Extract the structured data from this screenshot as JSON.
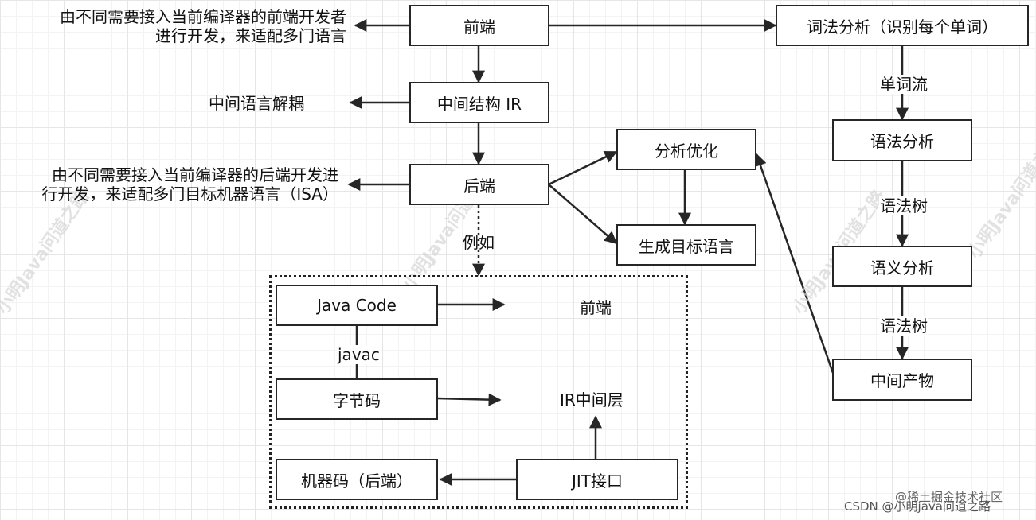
{
  "nodes": {
    "frontend": "前端",
    "ir": "中间结构 IR",
    "backend": "后端",
    "analysis_opt": "分析优化",
    "gen_target": "生成目标语言",
    "lexical": "词法分析（识别每个单词）",
    "syntax": "语法分析",
    "semantic": "语义分析",
    "intermediate": "中间产物",
    "java_code": "Java Code",
    "bytecode": "字节码",
    "machine_code": "机器码（后端）",
    "jit": "JIT接口"
  },
  "labels": {
    "frontend_note_line1": "由不同需要接入当前编译器的前端开发者",
    "frontend_note_line2": "进行开发，来适配多门语言",
    "ir_note": "中间语言解耦",
    "backend_note_line1": "由不同需要接入当前编译器的后端开发进",
    "backend_note_line2": "行开发，来适配多门目标机器语言（ISA）",
    "example": "例如",
    "token_stream": "单词流",
    "syntax_tree_1": "语法树",
    "syntax_tree_2": "语法树",
    "javac": "javac",
    "frontend_target": "前端",
    "ir_layer": "IR中间层"
  },
  "watermark": {
    "juejin": "@稀土掘金技术社区",
    "csdn": "CSDN @小明java问道之路",
    "diagonal_1": "小明Java问道之路",
    "diagonal_2": "小明Java问道之路",
    "diagonal_3": "小明Java问道之路",
    "diagonal_4": "小明Java问道之路"
  },
  "colors": {
    "stroke": "#262626",
    "text": "#111111",
    "grid": "#e6e6e6"
  }
}
